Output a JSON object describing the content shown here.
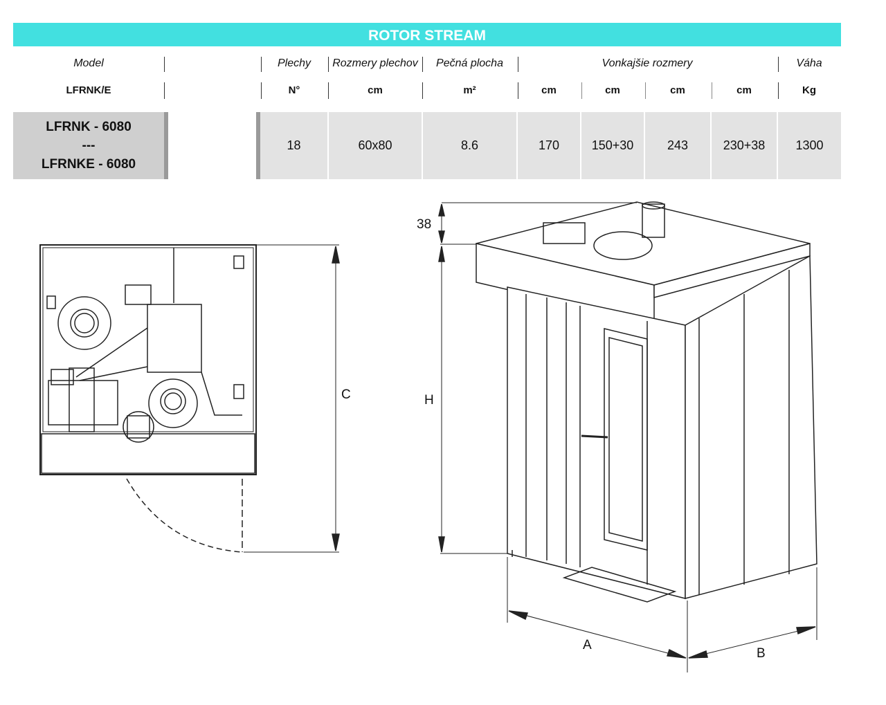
{
  "title": "ROTOR STREAM",
  "header": {
    "model": "Model",
    "plechy": "Plechy",
    "rozmery_plechov": "Rozmery plechov",
    "pecna_plocha": "Pečná plocha",
    "vonkajsie_rozmery": "Vonkajšie rozmery",
    "vaha": "Váha"
  },
  "units": {
    "model": "LFRNK/E",
    "plechy": "N°",
    "rozmery_plechov": "cm",
    "pecna_plocha": "m²",
    "dim1": "cm",
    "dim2": "cm",
    "dim3": "cm",
    "dim4": "cm",
    "vaha": "Kg"
  },
  "row": {
    "model_line1": "LFRNK - 6080",
    "model_sep": "---",
    "model_line2": "LFRNKE - 6080",
    "plechy": "18",
    "rozmery_plechov": "60x80",
    "pecna_plocha": "8.6",
    "dim1": "170",
    "dim2": "150+30",
    "dim3": "243",
    "dim4": "230+38",
    "vaha": "1300"
  },
  "drawing": {
    "label_c": "C",
    "label_38": "38",
    "label_h": "H",
    "label_a": "A",
    "label_b": "B"
  }
}
